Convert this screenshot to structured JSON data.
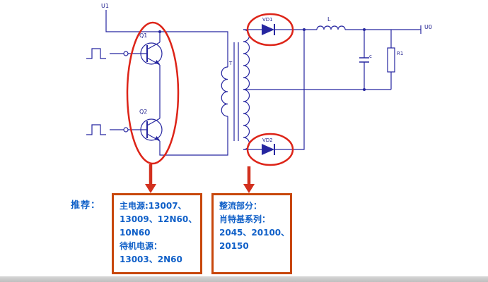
{
  "colors": {
    "wire": "#2626a0",
    "highlight_red": "#dd2418",
    "box_border": "#c8470b",
    "text_blue": "#1060c8"
  },
  "schematic": {
    "supply_label": "U1",
    "transistor1_label": "Q1",
    "transistor2_label": "Q2",
    "transformer_label": "T",
    "diode1_label": "VD1",
    "diode2_label": "VD2",
    "inductor_label": "L",
    "capacitor_label": "c",
    "resistor_label": "R1",
    "output_label": "U0"
  },
  "recommendation": {
    "label": "推荐：",
    "box1_lines": [
      "主电源:13007、",
      "13009、12N60、",
      "10N60",
      "待机电源：",
      "13003、2N60"
    ],
    "box2_lines": [
      "整流部分：",
      "肖特基系列：",
      "2045、20100、",
      "20150"
    ]
  }
}
